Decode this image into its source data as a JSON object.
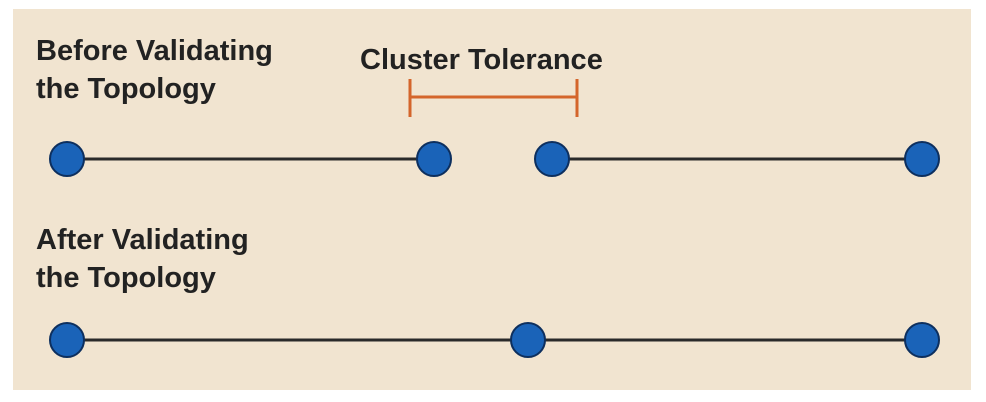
{
  "labels": {
    "before_line1": "Before Validating",
    "before_line2": "the Topology",
    "after_line1": "After Validating",
    "after_line2": "the Topology",
    "cluster_tolerance": "Cluster Tolerance"
  },
  "colors": {
    "background": "#f1e4d0",
    "vertex_fill": "#1a63b8",
    "vertex_stroke": "#0d2f5e",
    "line": "#2a2a2a",
    "tolerance_bar": "#d4652b",
    "text": "#222222"
  }
}
